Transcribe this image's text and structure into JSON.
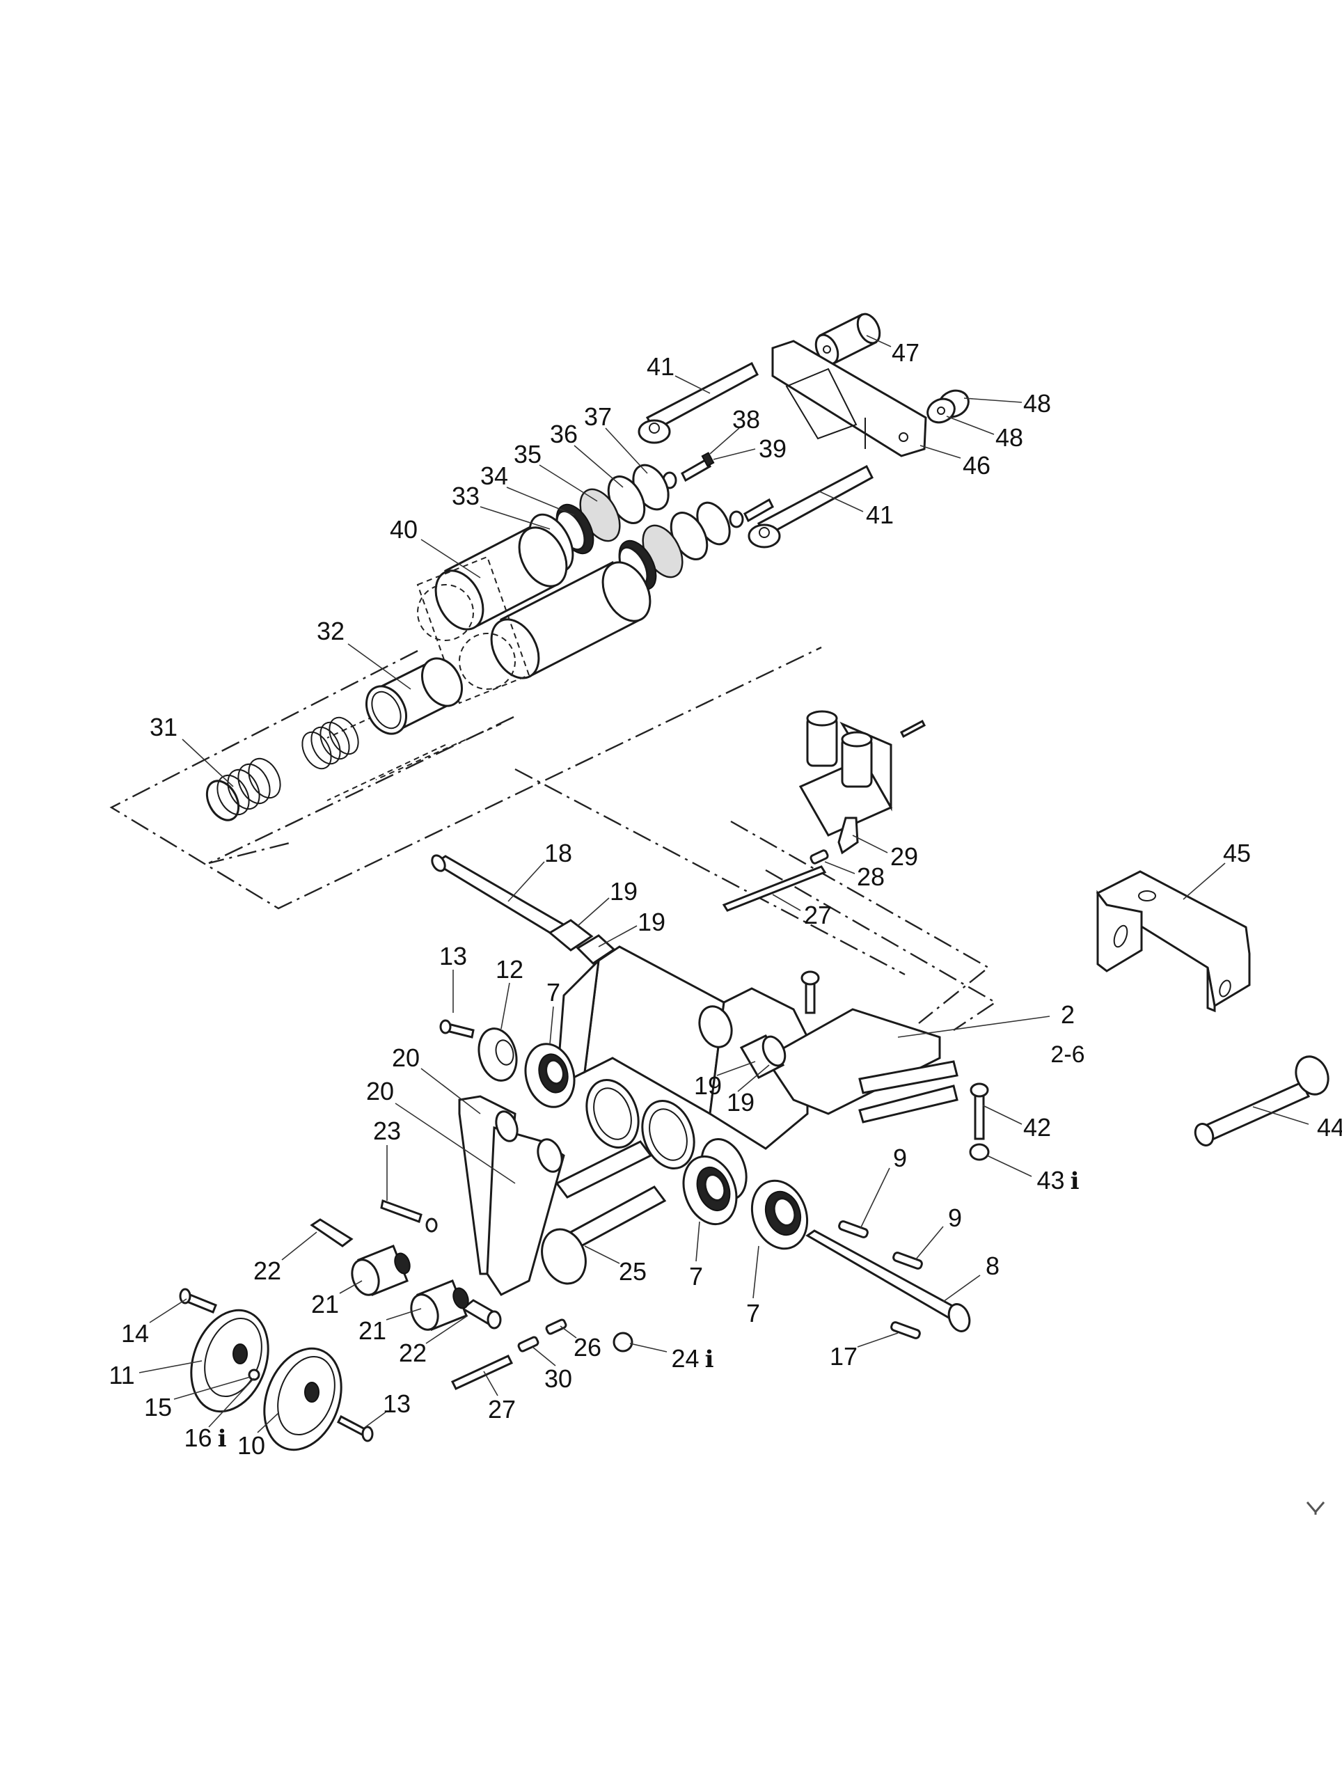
{
  "diagram": {
    "type": "exploded parts diagram",
    "callouts": [
      {
        "id": "47",
        "label": "47"
      },
      {
        "id": "48a",
        "label": "48"
      },
      {
        "id": "48b",
        "label": "48"
      },
      {
        "id": "41a",
        "label": "41"
      },
      {
        "id": "41b",
        "label": "41"
      },
      {
        "id": "46",
        "label": "46"
      },
      {
        "id": "38",
        "label": "38"
      },
      {
        "id": "39",
        "label": "39"
      },
      {
        "id": "37",
        "label": "37"
      },
      {
        "id": "36",
        "label": "36"
      },
      {
        "id": "35",
        "label": "35"
      },
      {
        "id": "34",
        "label": "34"
      },
      {
        "id": "33",
        "label": "33"
      },
      {
        "id": "40",
        "label": "40"
      },
      {
        "id": "32",
        "label": "32"
      },
      {
        "id": "31",
        "label": "31"
      },
      {
        "id": "29",
        "label": "29"
      },
      {
        "id": "28",
        "label": "28"
      },
      {
        "id": "27a",
        "label": "27"
      },
      {
        "id": "18",
        "label": "18"
      },
      {
        "id": "19a",
        "label": "19"
      },
      {
        "id": "19b",
        "label": "19"
      },
      {
        "id": "45",
        "label": "45"
      },
      {
        "id": "2",
        "label": "2"
      },
      {
        "id": "2-6",
        "label": "2-6"
      },
      {
        "id": "13a",
        "label": "13"
      },
      {
        "id": "12",
        "label": "12"
      },
      {
        "id": "7a",
        "label": "7"
      },
      {
        "id": "20a",
        "label": "20"
      },
      {
        "id": "20b",
        "label": "20"
      },
      {
        "id": "19c",
        "label": "19"
      },
      {
        "id": "19d",
        "label": "19"
      },
      {
        "id": "42",
        "label": "42"
      },
      {
        "id": "44",
        "label": "44"
      },
      {
        "id": "23",
        "label": "23"
      },
      {
        "id": "43",
        "label": "43",
        "info": true
      },
      {
        "id": "9a",
        "label": "9"
      },
      {
        "id": "9b",
        "label": "9"
      },
      {
        "id": "8",
        "label": "8"
      },
      {
        "id": "22a",
        "label": "22"
      },
      {
        "id": "25",
        "label": "25"
      },
      {
        "id": "7b",
        "label": "7"
      },
      {
        "id": "7c",
        "label": "7"
      },
      {
        "id": "14",
        "label": "14"
      },
      {
        "id": "21a",
        "label": "21"
      },
      {
        "id": "21b",
        "label": "21"
      },
      {
        "id": "11",
        "label": "11"
      },
      {
        "id": "22b",
        "label": "22"
      },
      {
        "id": "26",
        "label": "26"
      },
      {
        "id": "24",
        "label": "24",
        "info": true
      },
      {
        "id": "17",
        "label": "17"
      },
      {
        "id": "15",
        "label": "15"
      },
      {
        "id": "30",
        "label": "30"
      },
      {
        "id": "13b",
        "label": "13"
      },
      {
        "id": "27b",
        "label": "27"
      },
      {
        "id": "16",
        "label": "16",
        "info": true
      },
      {
        "id": "10",
        "label": "10"
      }
    ],
    "info_glyph": "i",
    "close_icon": "close-x-icon"
  }
}
